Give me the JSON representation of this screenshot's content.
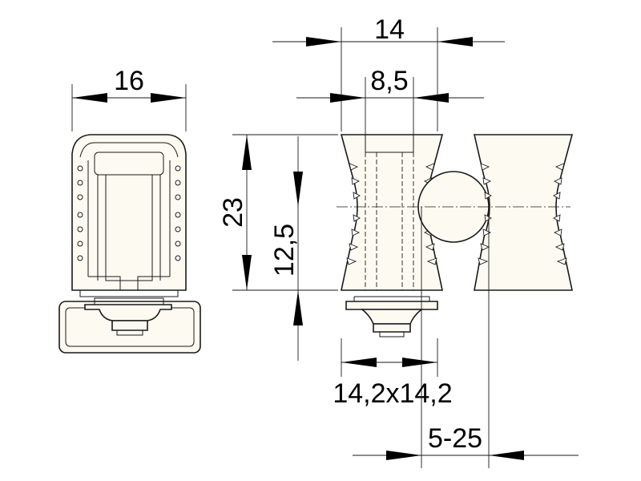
{
  "dimensions": {
    "width_side": "16",
    "width_front_outer": "14",
    "width_front_inner": "8,5",
    "height_total": "23",
    "height_upper": "12,5",
    "section_size": "14,2x14,2",
    "clamping_range": "5-25"
  },
  "colors": {
    "fill": "#fdfbf1",
    "line": "#1a1a1a",
    "text": "#000000"
  }
}
